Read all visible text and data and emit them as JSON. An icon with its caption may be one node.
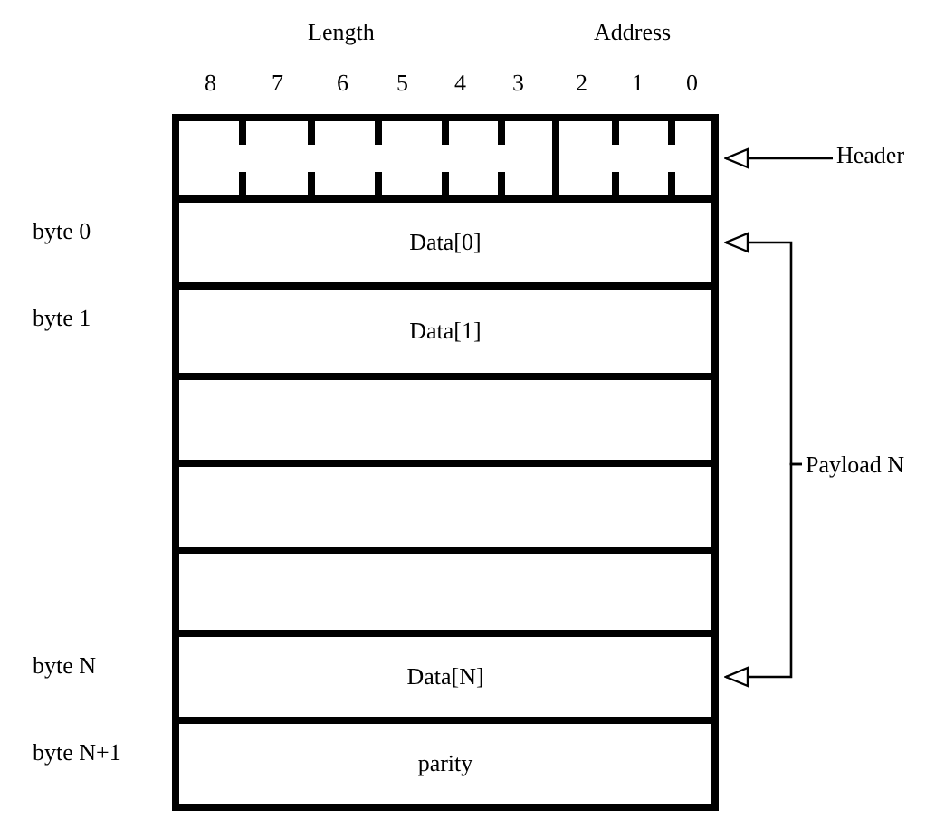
{
  "diagram": {
    "nodes": [
      {
        "text": [],
        "shape": "box"
      },
      {
        "text": [
          "Data[0]"
        ],
        "beside": [
          "byte 0"
        ]
      },
      {
        "text": [
          "Data[1]"
        ],
        "beside": [
          "byte 1"
        ]
      },
      {
        "text": [],
        "shape": "box"
      },
      {
        "text": [],
        "shape": "box"
      },
      {
        "text": [],
        "shape": "box"
      },
      {
        "text": [
          "Data[N]"
        ],
        "beside": [
          "byte N"
        ]
      },
      {
        "text": [
          "parity"
        ],
        "beside": [
          "byte N+1"
        ]
      },
      {
        "text": [
          "Header"
        ]
      },
      {
        "text": [
          "Payload N"
        ]
      }
    ],
    "edges": [
      {
        "from": 8,
        "to": 0,
        "arrow": "to"
      },
      {
        "from": 9,
        "to": 1,
        "arrow": "to"
      },
      {
        "from": 9,
        "to": 6,
        "arrow": "to"
      }
    ],
    "labels": [
      "Length",
      "Address",
      "8",
      "7",
      "6",
      "5",
      "4",
      "3",
      "2",
      "1",
      "0"
    ]
  }
}
